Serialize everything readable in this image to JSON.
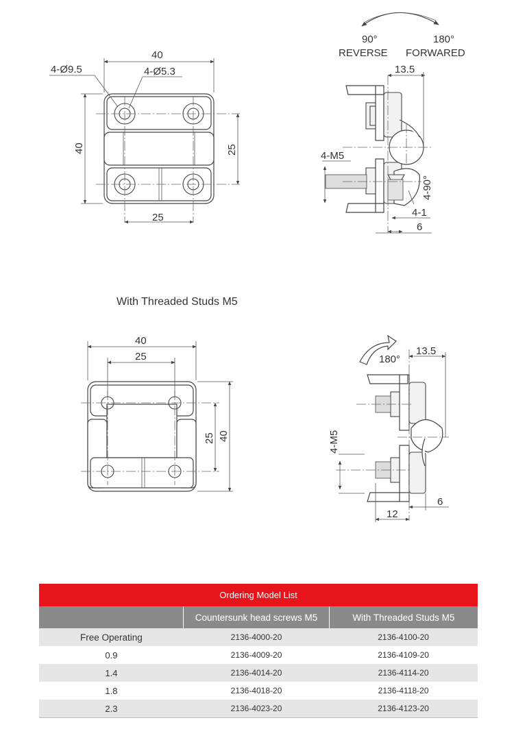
{
  "drawing1": {
    "dims": {
      "width_top": "40",
      "hole_big": "4-Ø9.5",
      "hole_small": "4-Ø5.3",
      "height_left": "40",
      "pitch_right": "25",
      "pitch_bottom": "25"
    }
  },
  "drawing2": {
    "angle_reverse": "90°",
    "label_reverse": "REVERSE",
    "angle_forward": "180°",
    "label_forward": "FORWARED",
    "dims": {
      "depth_top": "13.5",
      "screw": "4-M5",
      "angle_side": "4-90°",
      "gap": "4-1",
      "thickness": "6"
    }
  },
  "caption": "With Threaded Studs M5",
  "drawing3": {
    "dims": {
      "width_top": "40",
      "pitch_top": "25",
      "pitch_side": "25",
      "height_side": "40"
    }
  },
  "drawing4": {
    "angle": "180°",
    "dims": {
      "depth_top": "13.5",
      "stud": "4-M5",
      "thickness": "6",
      "stud_length": "12"
    }
  },
  "table": {
    "title": "Ordering Model List",
    "headers": [
      "",
      "Countersunk head screws M5",
      "With Threaded Studs M5"
    ],
    "rows": [
      [
        "Free Operating",
        "2136-4000-20",
        "2136-4100-20"
      ],
      [
        "0.9",
        "2136-4009-20",
        "2136-4109-20"
      ],
      [
        "1.4",
        "2136-4014-20",
        "2136-4114-20"
      ],
      [
        "1.8",
        "2136-4018-20",
        "2136-4118-20"
      ],
      [
        "2.3",
        "2136-4023-20",
        "2136-4123-20"
      ]
    ]
  },
  "colors": {
    "title_bg": "#e8141b",
    "header_bg": "#8a8a8a",
    "row_alt": "#e6e6e6"
  }
}
